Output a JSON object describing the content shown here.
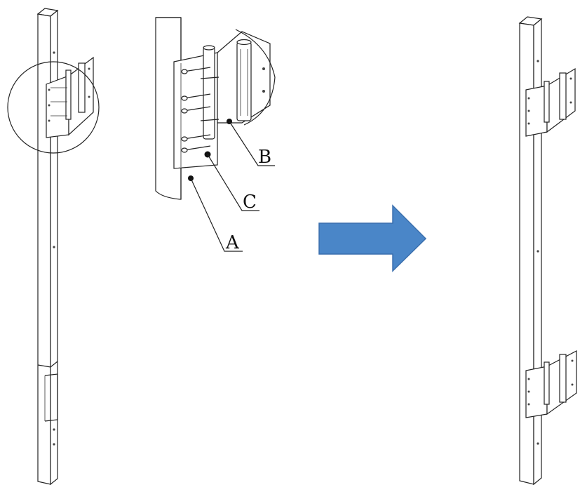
{
  "callouts": {
    "a": "A",
    "b": "B",
    "c": "C"
  },
  "colors": {
    "arrow": "#4A86C8",
    "arrow_stroke": "#3A6FAD",
    "line": "#222222"
  },
  "icons": {
    "arrow": "right-arrow-icon"
  }
}
